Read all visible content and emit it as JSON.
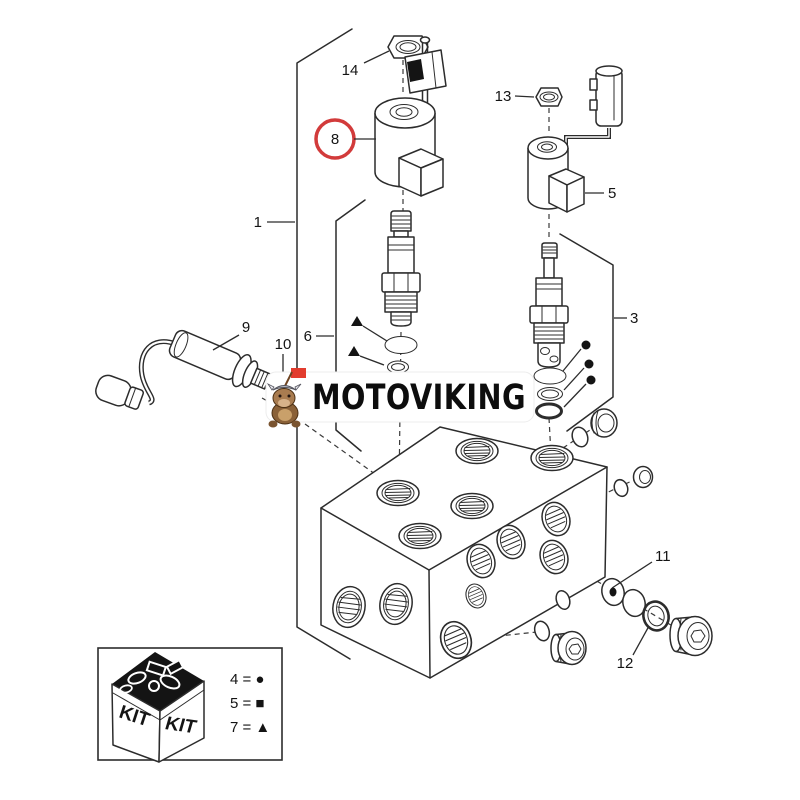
{
  "watermark": {
    "brand": "MOTOVIKING",
    "mascot": "viking-dog-with-red-flag",
    "banner_color": "#ffffff",
    "flag_color": "#e23c2e"
  },
  "highlight": {
    "circled_part": "8",
    "ring_color": "#d23b3b"
  },
  "callouts": {
    "c1": "1",
    "c3": "3",
    "c5": "5",
    "c6": "6",
    "c8": "8",
    "c9": "9",
    "c10": "10",
    "c11": "11",
    "c12": "12",
    "c13": "13",
    "c14": "14"
  },
  "legend": {
    "box_label_left": "KIT",
    "box_label_right": "KIT",
    "items": [
      {
        "part": "4",
        "symbol": "●",
        "text": "4 = ●"
      },
      {
        "part": "5",
        "symbol": "■",
        "text": "5 = ■"
      },
      {
        "part": "7",
        "symbol": "▲",
        "text": "7 = ▲"
      }
    ]
  },
  "colors": {
    "line": "#2c2c2c",
    "highlight_red": "#d23b3b"
  }
}
